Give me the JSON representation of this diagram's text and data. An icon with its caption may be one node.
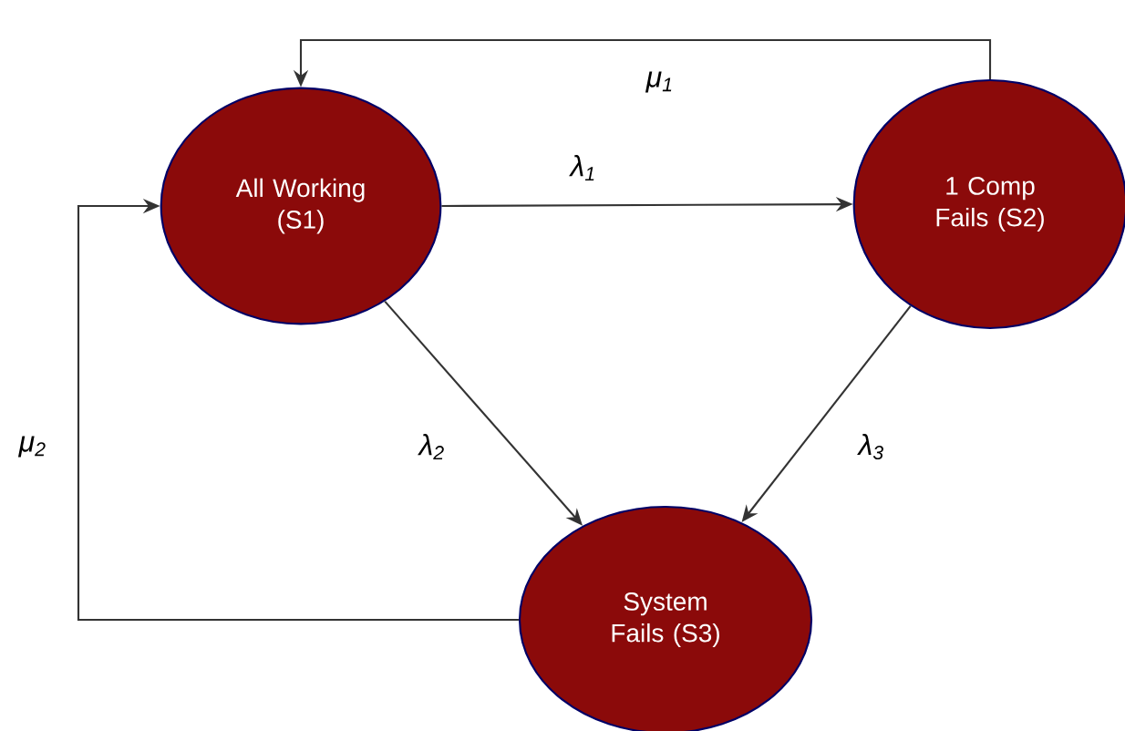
{
  "diagram": {
    "nodes": [
      {
        "text": [
          "All Working (S1)"
        ]
      },
      {
        "text": [
          "1 Comp Fails (S2)"
        ]
      },
      {
        "text": [
          "System Fails (S3)"
        ]
      }
    ],
    "edges": [
      {
        "from": 1,
        "to": 0,
        "arrow": "to",
        "label": "μ$_{1}$"
      },
      {
        "from": 0,
        "to": 1,
        "arrow": "to",
        "label": "λ$_{1}$"
      },
      {
        "from": 0,
        "to": 2,
        "arrow": "to",
        "label": "λ$_{2}$"
      },
      {
        "from": 1,
        "to": 2,
        "arrow": "to",
        "label": "λ$_{3}$"
      },
      {
        "from": 2,
        "to": 0,
        "arrow": "to",
        "label": "μ$_{2}$"
      }
    ]
  }
}
